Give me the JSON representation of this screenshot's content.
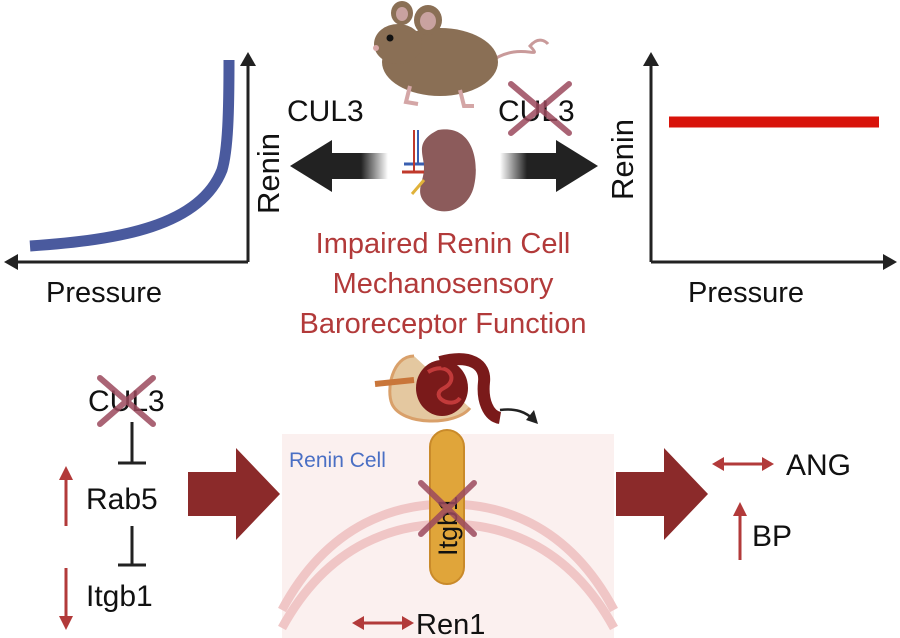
{
  "colors": {
    "dark_red": "#8b2a2a",
    "text_red": "#b23a3a",
    "blue_curve": "#4a5a9e",
    "red_line": "#d8130a",
    "arrow_black": "#222222",
    "renin_cell_bg": "#fbf0ef",
    "itgb1_fill": "#e0a53a",
    "renin_cell_label": "#4a6fc4",
    "cross_mark": "#9c4a5e"
  },
  "top": {
    "left_plot": {
      "ylabel": "Renin",
      "xlabel": "Pressure"
    },
    "right_plot": {
      "ylabel": "Renin",
      "xlabel": "Pressure"
    },
    "left_gene": "CUL3",
    "right_gene": "CUL3",
    "center_text": [
      "Impaired Renin Cell",
      "Mechanosensory",
      "Baroreceptor Function"
    ]
  },
  "bottom": {
    "pathway": {
      "gene": "CUL3",
      "rab5": "Rab5",
      "itgb1": "Itgb1"
    },
    "cell": {
      "label": "Renin Cell",
      "itgb1": "Itgb1",
      "ren1": "Ren1"
    },
    "outcomes": {
      "ang": "ANG",
      "bp": "BP"
    }
  },
  "icons": [
    "mouse-icon",
    "kidney-icon",
    "glomerulus-icon",
    "cross-icon",
    "up-arrow-icon",
    "down-arrow-icon",
    "double-arrow-icon",
    "inhibition-icon"
  ]
}
